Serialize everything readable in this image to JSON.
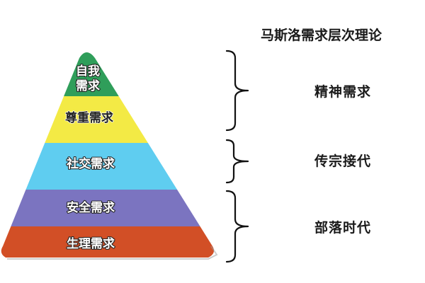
{
  "title": "马斯洛需求层次理论",
  "pyramid": {
    "levels": [
      {
        "label_line1": "自我",
        "label_line2": "需求",
        "color": "#2f9e5a"
      },
      {
        "label_line1": "尊重需求",
        "label_line2": "",
        "color": "#f3ea45"
      },
      {
        "label_line1": "社交需求",
        "label_line2": "",
        "color": "#5fcdf0"
      },
      {
        "label_line1": "安全需求",
        "label_line2": "",
        "color": "#7b74c0"
      },
      {
        "label_line1": "生理需求",
        "label_line2": "",
        "color": "#d24f26"
      }
    ]
  },
  "groups": [
    {
      "label": "精神需求"
    },
    {
      "label": "传宗接代"
    },
    {
      "label": "部落时代"
    }
  ]
}
